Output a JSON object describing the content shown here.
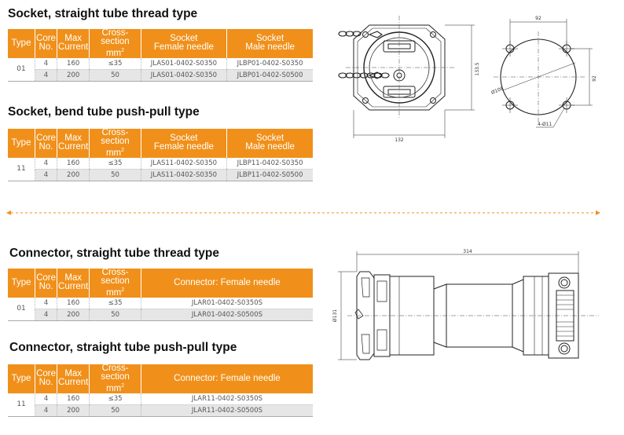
{
  "headers": {
    "type": "Type",
    "core": [
      "Core",
      "No."
    ],
    "current": [
      "Max",
      "Current"
    ],
    "cross": [
      "Cross-",
      "section",
      "mm",
      "2"
    ],
    "female": [
      "Socket",
      "Female needle"
    ],
    "male": [
      "Socket",
      "Male needle"
    ],
    "connector_female": "Connector: Female needle"
  },
  "sections": [
    {
      "title": "Socket, straight tube thread type",
      "type": "01",
      "rows": [
        {
          "core": "4",
          "current": "160",
          "cross": "≤35",
          "female": "JLAS01-0402-S0350",
          "male": "JLBP01-0402-S0350"
        },
        {
          "core": "4",
          "current": "200",
          "cross": "50",
          "female": "JLAS01-0402-S0350",
          "male": "JLBP01-0402-S0500"
        }
      ]
    },
    {
      "title": "Socket, bend tube push-pull type",
      "type": "11",
      "rows": [
        {
          "core": "4",
          "current": "160",
          "cross": "≤35",
          "female": "JLAS11-0402-S0350",
          "male": "JLBP11-0402-S0350"
        },
        {
          "core": "4",
          "current": "200",
          "cross": "50",
          "female": "JLAS11-0402-S0350",
          "male": "JLBP11-0402-S0500"
        }
      ]
    },
    {
      "title": "Connector, straight tube thread type",
      "type": "01",
      "rows": [
        {
          "core": "4",
          "current": "160",
          "cross": "≤35",
          "female": "JLAR01-0402-S0350S"
        },
        {
          "core": "4",
          "current": "200",
          "cross": "50",
          "female": "JLAR01-0402-S0500S"
        }
      ]
    },
    {
      "title": "Connector, straight tube push-pull type",
      "type": "11",
      "rows": [
        {
          "core": "4",
          "current": "160",
          "cross": "≤35",
          "female": "JLAR11-0402-S0350S"
        },
        {
          "core": "4",
          "current": "200",
          "cross": "50",
          "female": "JLAR11-0402-S0500S"
        }
      ]
    }
  ],
  "drawings": {
    "socket_side": {
      "width": "132",
      "height": "133.5"
    },
    "socket_face": {
      "pitch_x": "92",
      "pitch_y": "92",
      "diameter": "Ø108",
      "holes": "4-Ø11"
    },
    "connector": {
      "length": "314",
      "diameter": "Ø131"
    }
  },
  "colors": {
    "header": "#f0901a",
    "divider": "#f0901a",
    "stripe": "#e6e6e6"
  }
}
